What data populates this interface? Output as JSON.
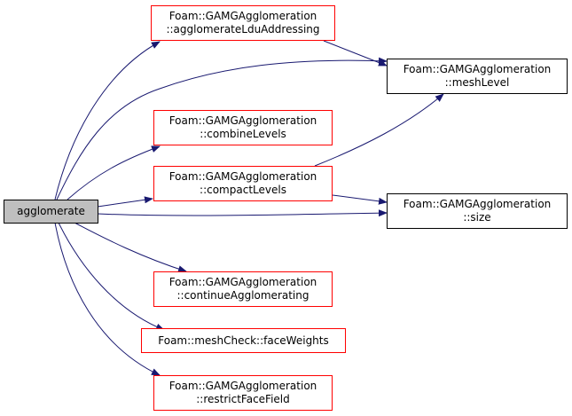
{
  "colors": {
    "edge": "#191970",
    "linked_border": "#ff0000",
    "plain_border": "#000000",
    "root_fill": "#bfbfbf"
  },
  "nodes": {
    "root": {
      "label": "agglomerate"
    },
    "lduAddressing": {
      "line1": "Foam::GAMGAgglomeration",
      "line2": "::agglomerateLduAddressing"
    },
    "meshLevel": {
      "line1": "Foam::GAMGAgglomeration",
      "line2": "::meshLevel"
    },
    "combineLevels": {
      "line1": "Foam::GAMGAgglomeration",
      "line2": "::combineLevels"
    },
    "compactLevels": {
      "line1": "Foam::GAMGAgglomeration",
      "line2": "::compactLevels"
    },
    "size": {
      "line1": "Foam::GAMGAgglomeration",
      "line2": "::size"
    },
    "continueAgglomerating": {
      "line1": "Foam::GAMGAgglomeration",
      "line2": "::continueAgglomerating"
    },
    "faceWeights": {
      "label": "Foam::meshCheck::faceWeights"
    },
    "restrictFaceField": {
      "line1": "Foam::GAMGAgglomeration",
      "line2": "::restrictFaceField"
    }
  }
}
